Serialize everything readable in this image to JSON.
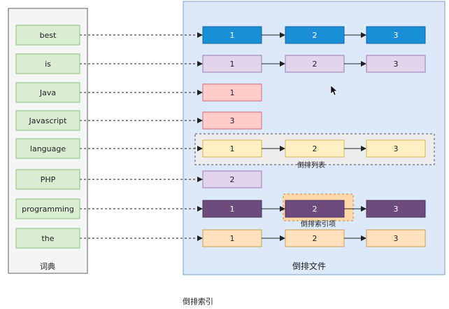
{
  "diagram": {
    "caption": "倒排索引",
    "dictionary": {
      "label": "词典",
      "terms": [
        "best",
        "is",
        "Java",
        "Javascript",
        "language",
        "PHP",
        "programming",
        "the"
      ]
    },
    "inverted_file": {
      "label": "倒排文件",
      "posting_lists": [
        {
          "term": "best",
          "items": [
            "1",
            "2",
            "3"
          ],
          "fill": "#1b8fd6",
          "stroke": "#1166a8",
          "text_color": "#ffffff"
        },
        {
          "term": "is",
          "items": [
            "1",
            "2",
            "3"
          ],
          "fill": "#e2d4ea",
          "stroke": "#a07cb6",
          "text_color": "#222222"
        },
        {
          "term": "Java",
          "items": [
            "1"
          ],
          "fill": "#ffcccc",
          "stroke": "#d76969",
          "text_color": "#222222"
        },
        {
          "term": "Javascript",
          "items": [
            "3"
          ],
          "fill": "#ffcccc",
          "stroke": "#d76969",
          "text_color": "#222222"
        },
        {
          "term": "language",
          "items": [
            "1",
            "2",
            "3"
          ],
          "fill": "#fff0c4",
          "stroke": "#d6b44a",
          "text_color": "#222222"
        },
        {
          "term": "PHP",
          "items": [
            "2"
          ],
          "fill": "#e2d4ea",
          "stroke": "#a07cb6",
          "text_color": "#222222"
        },
        {
          "term": "programming",
          "items": [
            "1",
            "2",
            "3"
          ],
          "fill": "#6b4c7c",
          "stroke": "#4d3459",
          "text_color": "#ffffff"
        },
        {
          "term": "the",
          "items": [
            "1",
            "2",
            "3"
          ],
          "fill": "#ffe1bf",
          "stroke": "#d79b4a",
          "text_color": "#222222"
        }
      ],
      "posting_list_label": "倒排列表",
      "posting_item_label": "倒排索引项"
    },
    "colors": {
      "dictionary_panel_fill": "#f5f5f5",
      "dictionary_panel_stroke": "#777777",
      "term_fill": "#d9eed1",
      "term_stroke": "#8dbf7b",
      "file_panel_fill": "#dbe9fa",
      "file_panel_stroke": "#7a9cc6",
      "edge_color": "#222222",
      "item_highlight_fill": "#ffd7a8",
      "item_highlight_stroke": "#d7862f"
    }
  }
}
